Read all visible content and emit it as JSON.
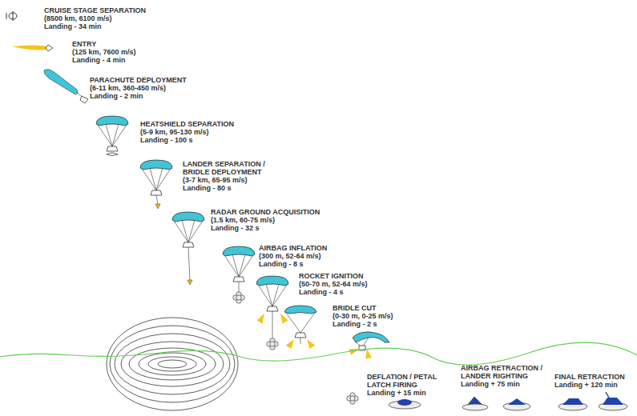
{
  "diagram": {
    "labels": [
      "CRUISE STAGE SEPARATION",
      "(8500 km, 6100 m/s)",
      "Landing - 34 min",
      "ENTRY",
      "(125 km, 7600 m/s)",
      "Landing - 4 min",
      "PARACHUTE DEPLOYMENT",
      "(6-11 km, 360-450 m/s)",
      "Landing - 2 min",
      "HEATSHIELD SEPARATION",
      "(5-9 km, 95-130 m/s)",
      "Landing - 100 s",
      "LANDER SEPARATION / BRIDLE DEPLOYMENT",
      "(3-7 km, 65-95 m/s)",
      "Landing - 80 s",
      "RADAR GROUND ACQUISITION",
      "(1.5 km, 60-75 m/s)",
      "Landing - 32 s",
      "AIRBAG INFLATION",
      "(300 m, 52-64 m/s)",
      "Landing - 8 s",
      "ROCKET IGNITION",
      "(50-70 m, 52-64 m/s)",
      "Landing - 4 s",
      "BRIDLE CUT",
      "(0-30 m, 0-25 m/s)",
      "Landing - 2 s",
      "DEFLATION / PETAL LATCH FIRING",
      "Landing + 15 min",
      "AIRBAG RETRACTION / LANDER RIGHTING",
      "Landing + 75 min",
      "FINAL RETRACTION",
      "Landing + 120 min"
    ]
  }
}
